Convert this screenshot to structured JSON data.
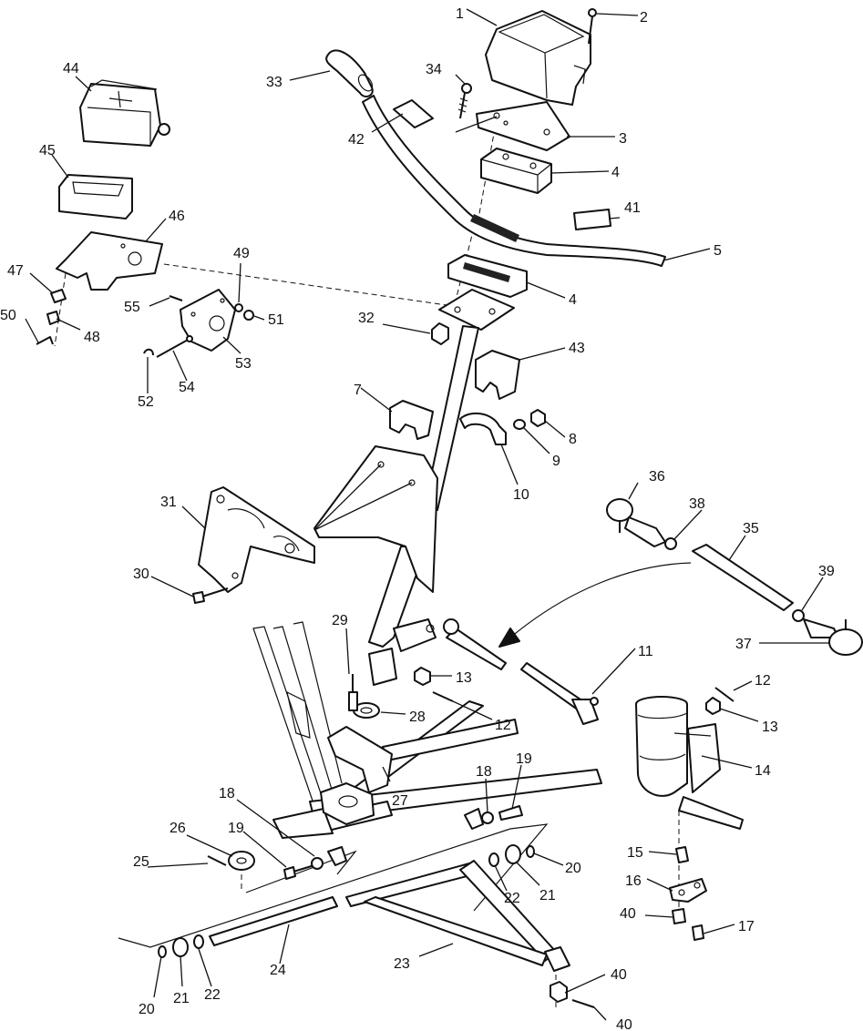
{
  "callouts": [
    "1",
    "2",
    "3",
    "4",
    "4",
    "5",
    "7",
    "8",
    "9",
    "10",
    "11",
    "12",
    "12",
    "13",
    "13",
    "14",
    "15",
    "16",
    "17",
    "18",
    "18",
    "19",
    "19",
    "20",
    "20",
    "21",
    "21",
    "22",
    "22",
    "23",
    "24",
    "25",
    "26",
    "27",
    "28",
    "29",
    "30",
    "31",
    "32",
    "33",
    "34",
    "35",
    "36",
    "37",
    "38",
    "39",
    "40",
    "40",
    "40",
    "41",
    "42",
    "43",
    "44",
    "45",
    "46",
    "47",
    "48",
    "49",
    "50",
    "51",
    "52",
    "53",
    "54",
    "55"
  ]
}
